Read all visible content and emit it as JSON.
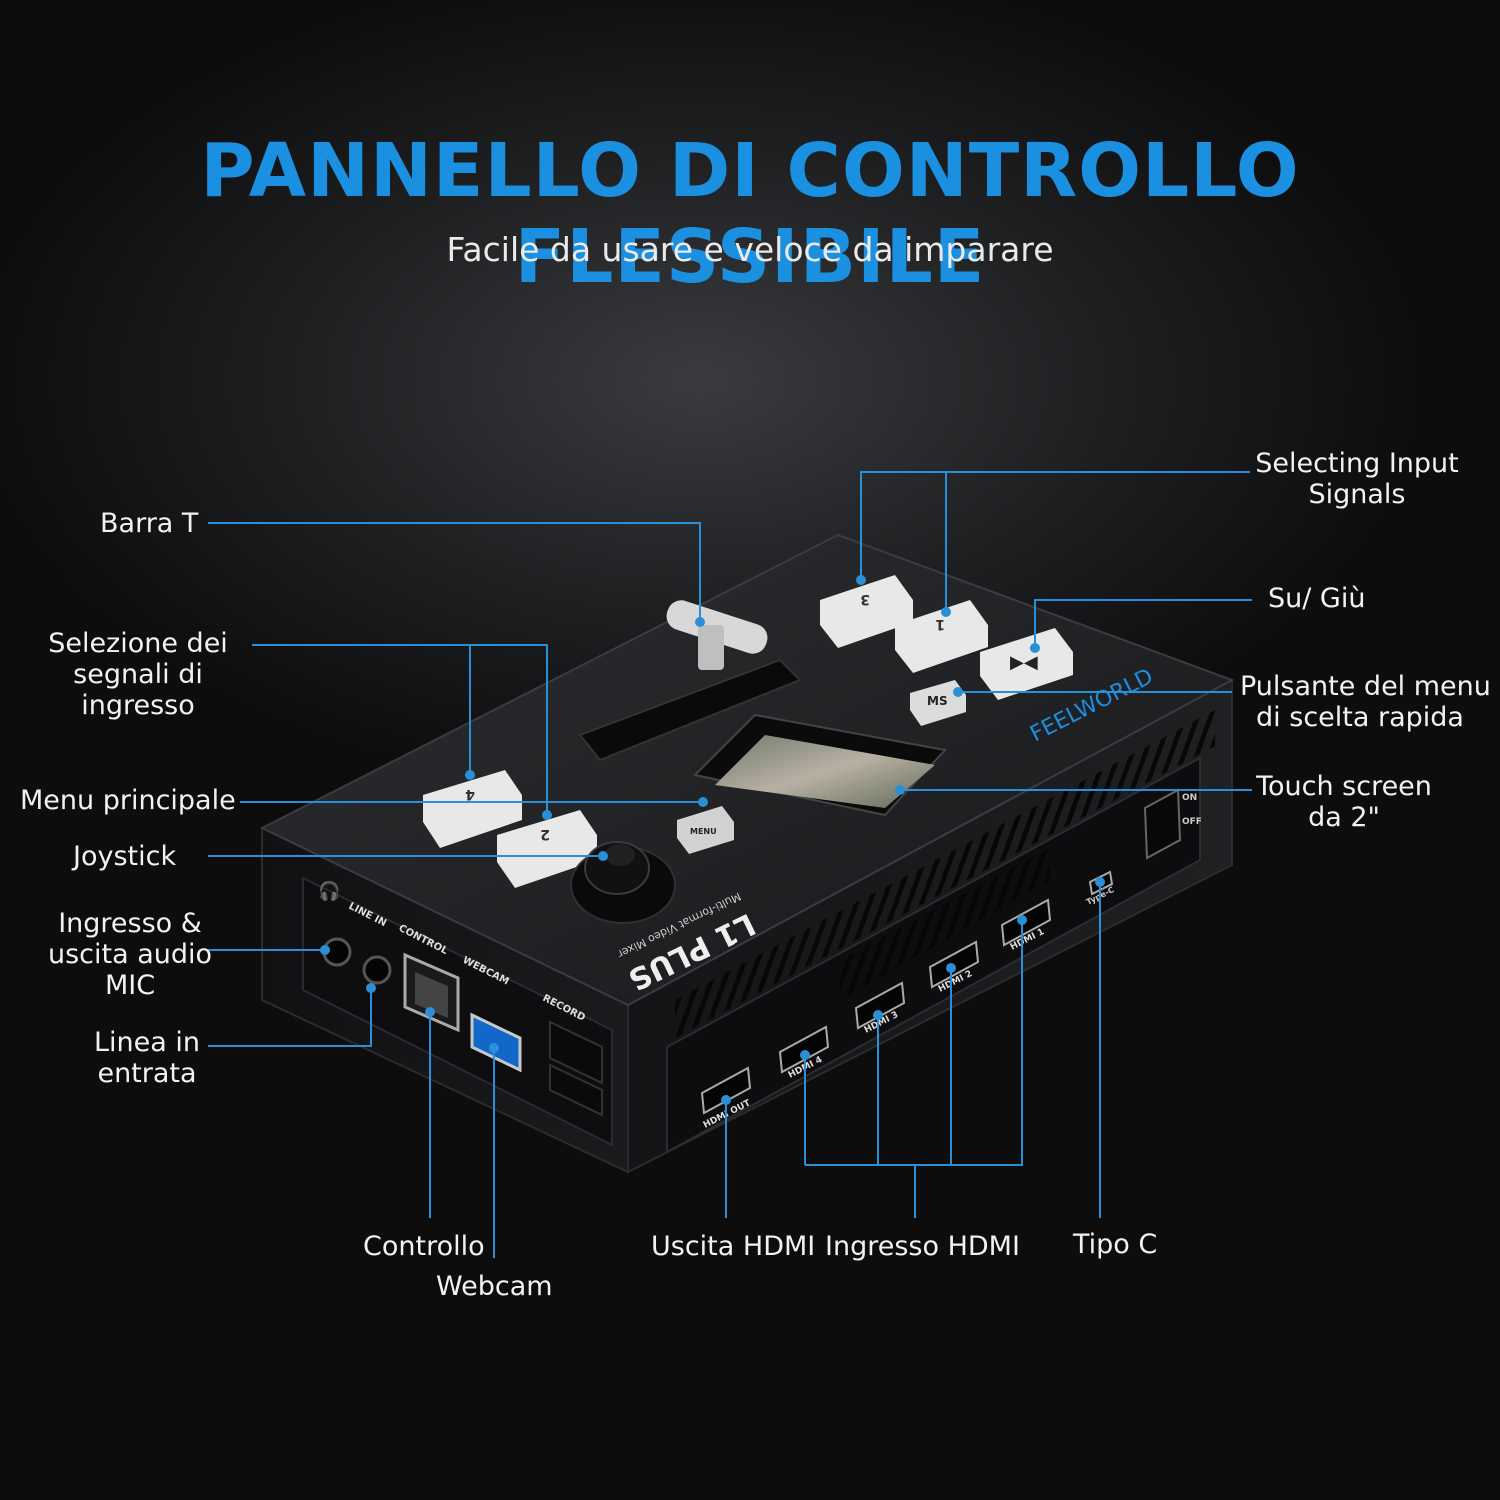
{
  "header": {
    "title": "PANNELLO DI CONTROLLO FLESSIBILE",
    "subtitle": "Facile da usare e veloce da imparare"
  },
  "callouts": {
    "t_bar": "Barra T",
    "select_left_1": "Selezione dei",
    "select_left_2": "segnali di",
    "select_left_3": "ingresso",
    "main_menu": "Menu principale",
    "joystick": "Joystick",
    "audio_1": "Ingresso &",
    "audio_2": "uscita audio",
    "audio_3": "MIC",
    "line_in_1": "Linea in",
    "line_in_2": "entrata",
    "control": "Controllo",
    "webcam": "Webcam",
    "hdmi_out": "Uscita HDMI",
    "hdmi_in": "Ingresso HDMI",
    "type_c": "Tipo C",
    "select_right_1": "Selecting Input",
    "select_right_2": "Signals",
    "up_down": "Su/ Giù",
    "quick_menu_1": "Pulsante del menu",
    "quick_menu_2": "di scelta rapida",
    "touch_1": "Touch screen",
    "touch_2": "da 2\""
  },
  "device": {
    "brand": "FEELWORLD",
    "model": "L1 PLUS",
    "model_sub": "Multi-format Video Mixer",
    "btn_1": "1",
    "btn_2": "2",
    "btn_3": "3",
    "btn_4": "4",
    "btn_menu": "MENU",
    "btn_ms": "MS",
    "ports": {
      "line_in": "LINE IN",
      "control": "CONTROL",
      "webcam": "WEBCAM",
      "record": "RECORD",
      "hdmi_out": "HDMI OUT",
      "hdmi_4": "HDMI 4",
      "hdmi_3": "HDMI 3",
      "hdmi_2": "HDMI 2",
      "hdmi_1": "HDMI 1",
      "type_c": "Type-C",
      "on": "ON",
      "off": "OFF"
    }
  },
  "colors": {
    "accent": "#1b8fe0",
    "leader": "#2a8fd6",
    "text": "#f2f2f2"
  }
}
